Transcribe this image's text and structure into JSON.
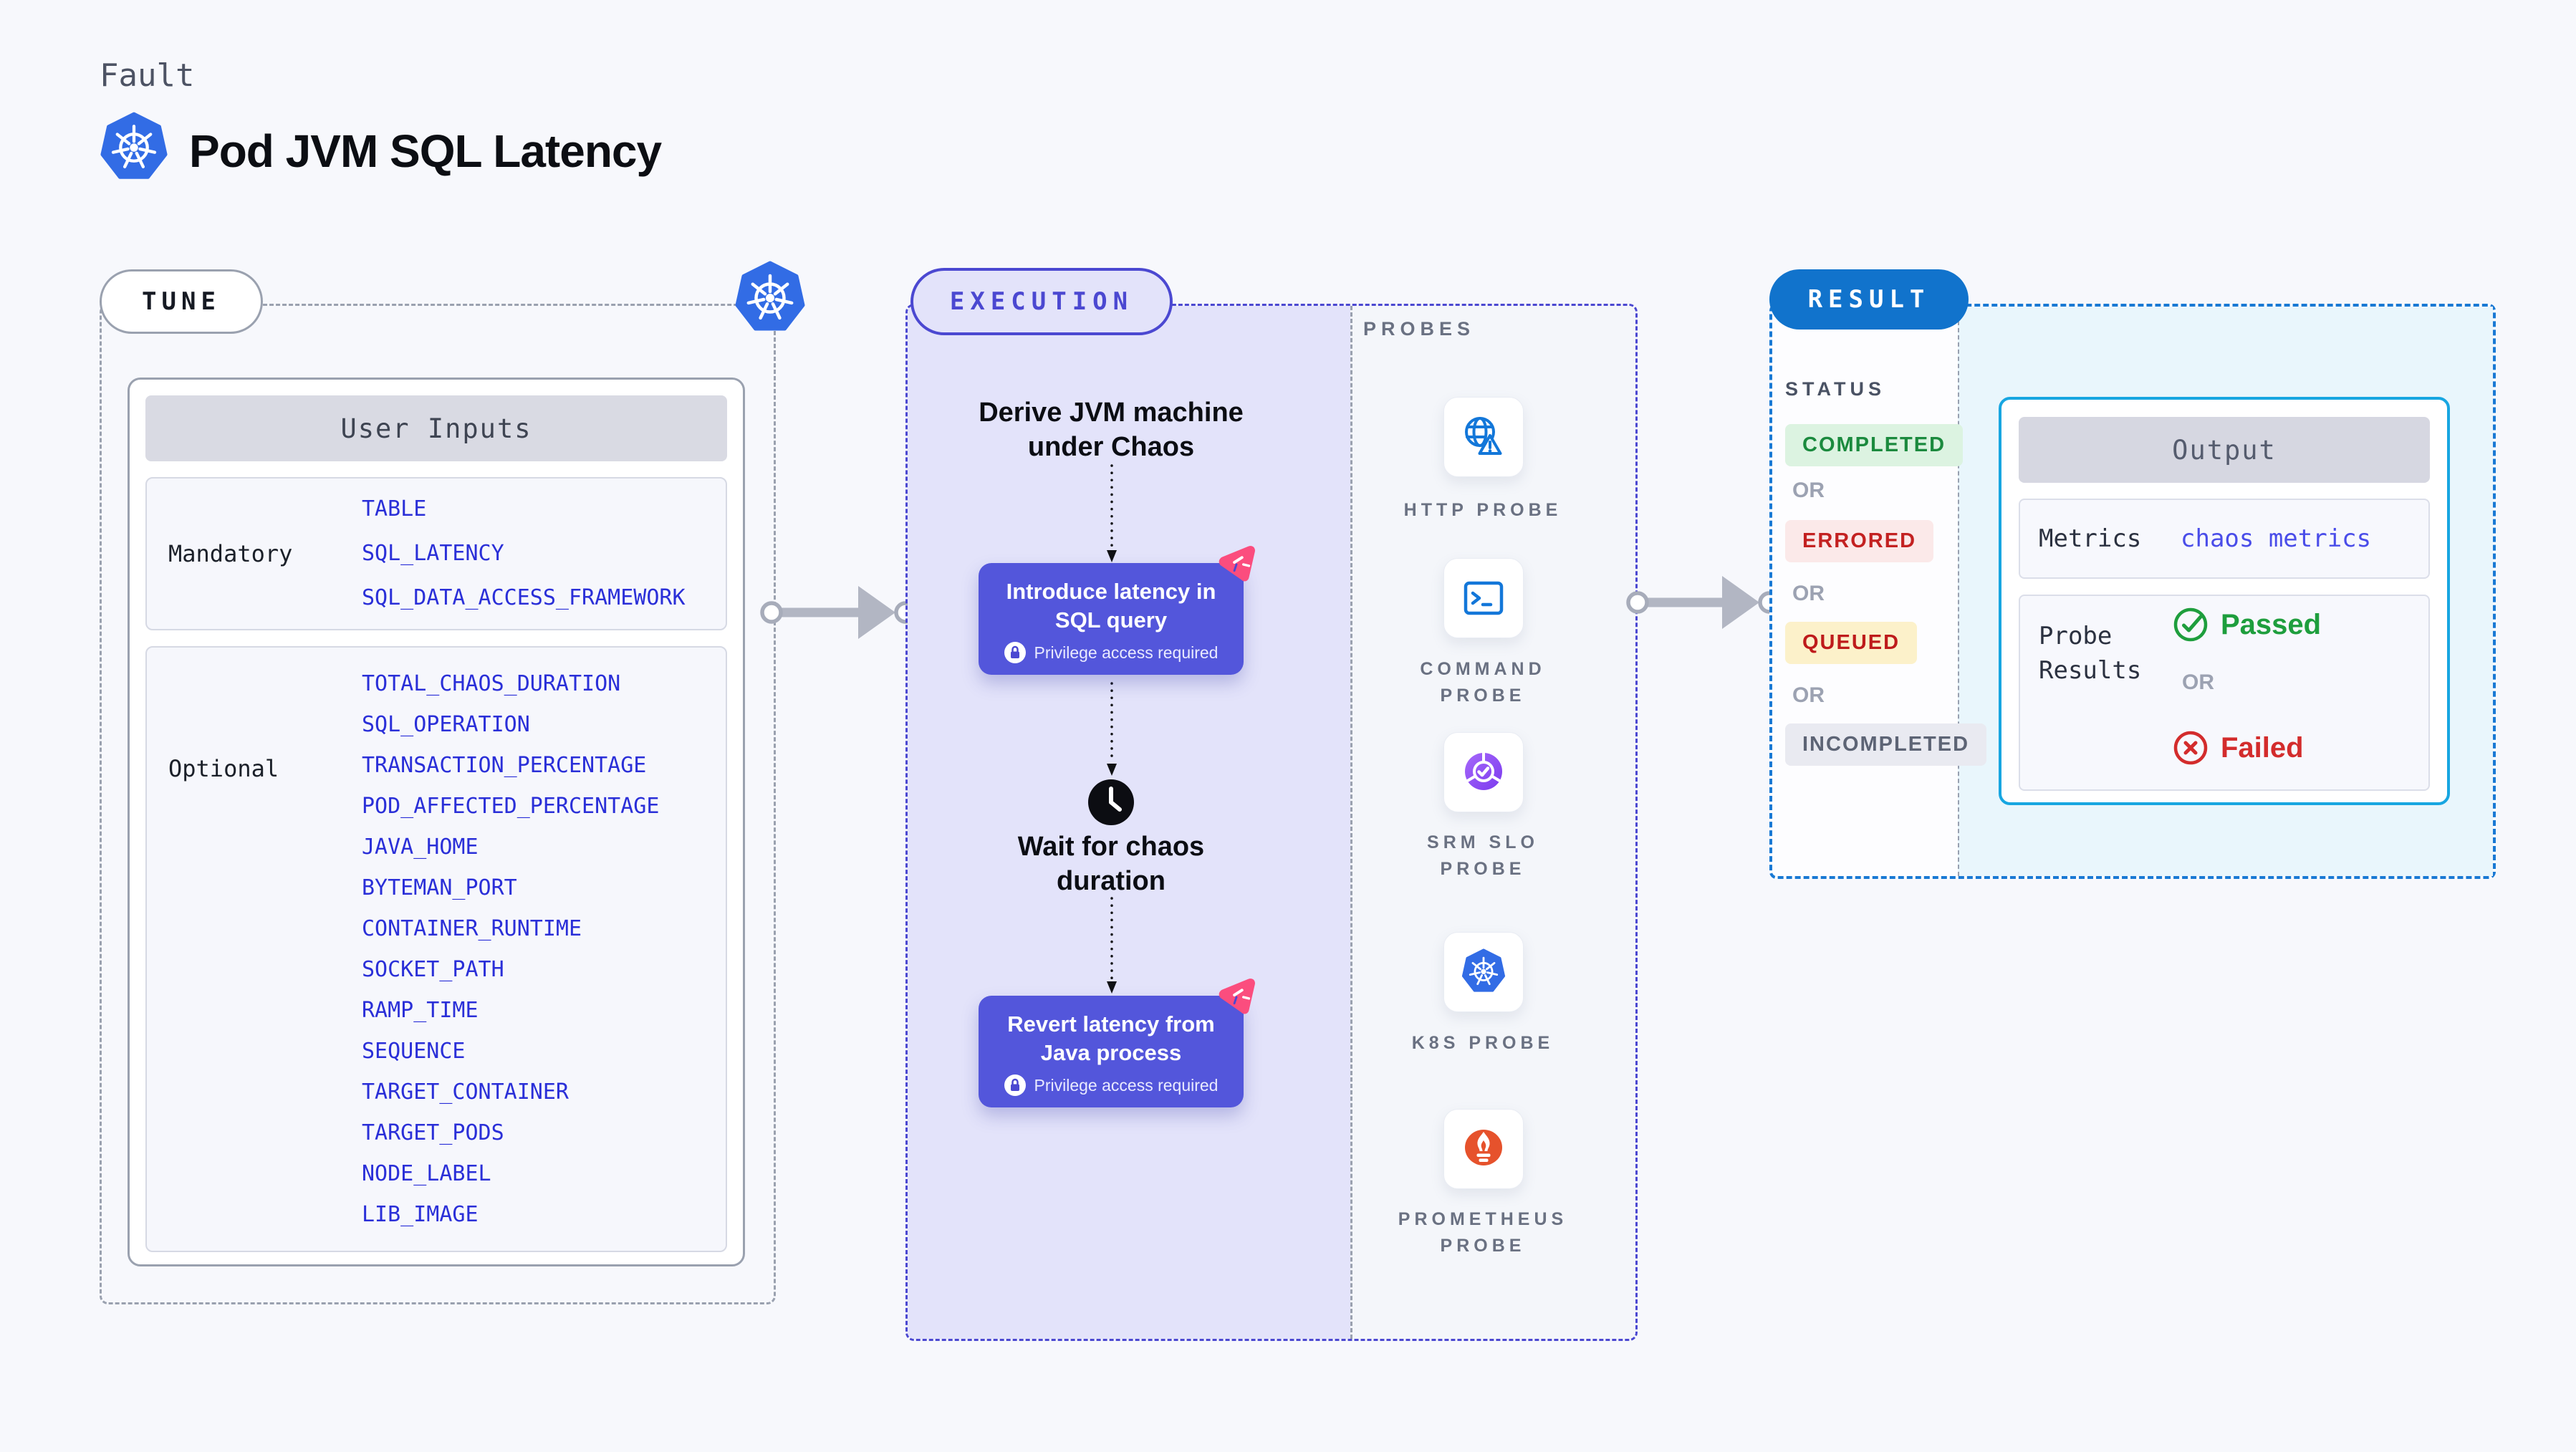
{
  "header": {
    "eyebrow": "Fault",
    "title": "Pod JVM SQL Latency",
    "icon": "kubernetes-icon"
  },
  "tune": {
    "pill": "TUNE",
    "corner_icon": "kubernetes-icon",
    "user_inputs": {
      "title": "User Inputs",
      "sections": [
        {
          "label": "Mandatory",
          "items": [
            "TABLE",
            "SQL_LATENCY",
            "SQL_DATA_ACCESS_FRAMEWORK"
          ]
        },
        {
          "label": "Optional",
          "items": [
            "TOTAL_CHAOS_DURATION",
            "SQL_OPERATION",
            "TRANSACTION_PERCENTAGE",
            "POD_AFFECTED_PERCENTAGE",
            "JAVA_HOME",
            "BYTEMAN_PORT",
            "CONTAINER_RUNTIME",
            "SOCKET_PATH",
            "RAMP_TIME",
            "SEQUENCE",
            "TARGET_CONTAINER",
            "TARGET_PODS",
            "NODE_LABEL",
            "LIB_IMAGE"
          ]
        }
      ]
    }
  },
  "execution": {
    "pill": "EXECUTION",
    "flow": [
      {
        "type": "text",
        "label": "Derive JVM machine under Chaos"
      },
      {
        "type": "action",
        "label": "Introduce latency in SQL query",
        "badge": "Privilege access required",
        "icon": "harness-chaos-icon"
      },
      {
        "type": "wait",
        "label": "Wait for chaos duration",
        "icon": "clock-icon"
      },
      {
        "type": "action",
        "label": "Revert latency from Java process",
        "badge": "Privilege access required",
        "icon": "harness-chaos-icon"
      }
    ]
  },
  "probes": {
    "label": "PROBES",
    "items": [
      {
        "label": "HTTP PROBE",
        "icon": "http-probe-icon"
      },
      {
        "label": "COMMAND PROBE",
        "icon": "command-probe-icon"
      },
      {
        "label": "SRM SLO PROBE",
        "icon": "srm-slo-probe-icon"
      },
      {
        "label": "K8S PROBE",
        "icon": "kubernetes-icon"
      },
      {
        "label": "PROMETHEUS PROBE",
        "icon": "prometheus-probe-icon"
      }
    ]
  },
  "result": {
    "pill": "RESULT",
    "status_label": "STATUS",
    "or_label": "OR",
    "statuses": [
      "COMPLETED",
      "ERRORED",
      "QUEUED",
      "INCOMPLETED"
    ],
    "output": {
      "title": "Output",
      "rows": [
        {
          "label": "Metrics",
          "value": "chaos metrics"
        },
        {
          "label": "Probe Results",
          "passed": "Passed",
          "or": "OR",
          "failed": "Failed"
        }
      ]
    }
  },
  "colors": {
    "accent_indigo": "#4B48D1",
    "action_purple": "#5356DB",
    "kubernetes_blue": "#326CE5",
    "result_blue": "#1173CC",
    "output_border_cyan": "#17A6E1",
    "variable_blue": "#2A2FD8",
    "passed_green": "#1E9E3D",
    "failed_red": "#D32C2C",
    "completed_green": "#1B8A3E",
    "errored_red": "#C32121",
    "queued_red": "#BE1B1B",
    "incompleted_gray": "#5D6475",
    "harness_pink": "#FB4D7E",
    "prometheus_orange": "#E6522C"
  }
}
